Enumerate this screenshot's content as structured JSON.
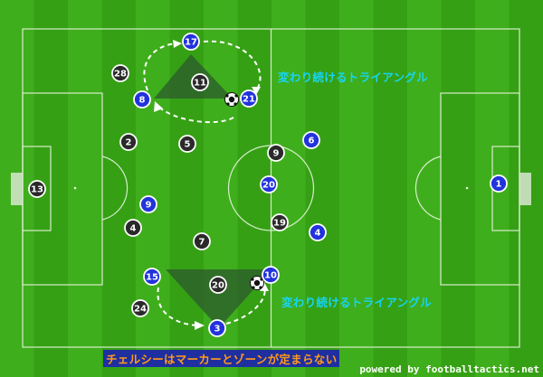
{
  "colors": {
    "team_blue": "#2233dd",
    "team_black": "#2a2a2a",
    "callout": "#17d4f2",
    "caption_text": "#ff9a1a",
    "caption_bg": "#1f2fa0"
  },
  "callouts": {
    "upper": "変わり続けるトライアングル",
    "lower": "変わり続けるトライアングル"
  },
  "caption": "チェルシーはマーカーとゾーンが定まらない",
  "credit": "powered by footballtactics.net",
  "players": [
    {
      "id": "p-blue-17",
      "team": "blue",
      "number": "17"
    },
    {
      "id": "p-blue-8",
      "team": "blue",
      "number": "8"
    },
    {
      "id": "p-blue-21",
      "team": "blue",
      "number": "21"
    },
    {
      "id": "p-blue-6",
      "team": "blue",
      "number": "6"
    },
    {
      "id": "p-blue-20",
      "team": "blue",
      "number": "20"
    },
    {
      "id": "p-blue-9",
      "team": "blue",
      "number": "9"
    },
    {
      "id": "p-blue-4",
      "team": "blue",
      "number": "4"
    },
    {
      "id": "p-blue-15",
      "team": "blue",
      "number": "15"
    },
    {
      "id": "p-blue-10",
      "team": "blue",
      "number": "10"
    },
    {
      "id": "p-blue-3",
      "team": "blue",
      "number": "3"
    },
    {
      "id": "p-blue-1",
      "team": "blue",
      "number": "1"
    },
    {
      "id": "p-black-28",
      "team": "black",
      "number": "28"
    },
    {
      "id": "p-black-11",
      "team": "black",
      "number": "11"
    },
    {
      "id": "p-black-2",
      "team": "black",
      "number": "2"
    },
    {
      "id": "p-black-5",
      "team": "black",
      "number": "5"
    },
    {
      "id": "p-black-9",
      "team": "black",
      "number": "9"
    },
    {
      "id": "p-black-13",
      "team": "black",
      "number": "13"
    },
    {
      "id": "p-black-19",
      "team": "black",
      "number": "19"
    },
    {
      "id": "p-black-4",
      "team": "black",
      "number": "4"
    },
    {
      "id": "p-black-7",
      "team": "black",
      "number": "7"
    },
    {
      "id": "p-black-20",
      "team": "black",
      "number": "20"
    },
    {
      "id": "p-black-24",
      "team": "black",
      "number": "24"
    }
  ]
}
